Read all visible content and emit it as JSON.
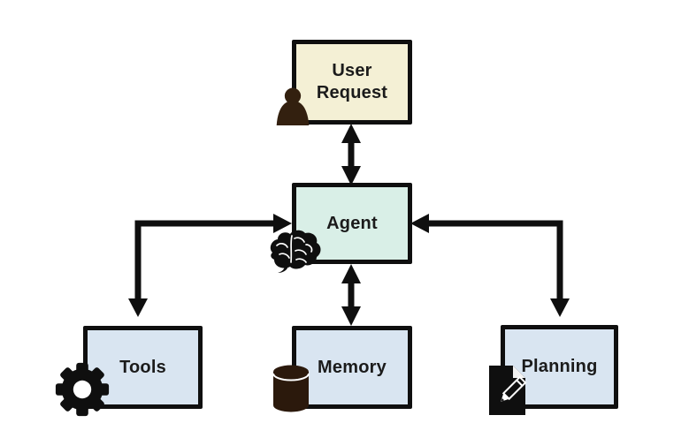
{
  "diagram": {
    "background": "#ffffff",
    "stroke_color": "#0f0f0f",
    "text_color": "#1b1b1b",
    "nodes": [
      {
        "id": "user-request",
        "label": "User Request",
        "fill": "#f4f0d5",
        "icon": "person-icon",
        "icon_color": "#33200f"
      },
      {
        "id": "agent",
        "label": "Agent",
        "fill": "#d9efe7",
        "icon": "brain-icon",
        "icon_color": "#0f0f0f"
      },
      {
        "id": "tools",
        "label": "Tools",
        "fill": "#d9e5f1",
        "icon": "gear-icon",
        "icon_color": "#0f0f0f"
      },
      {
        "id": "memory",
        "label": "Memory",
        "fill": "#d9e5f1",
        "icon": "database-icon",
        "icon_color": "#2b190c"
      },
      {
        "id": "planning",
        "label": "Planning",
        "fill": "#d9e5f1",
        "icon": "document-pencil-icon",
        "icon_color": "#0f0f0f"
      }
    ],
    "edges": [
      {
        "from": "User Request",
        "to": "Agent",
        "direction": "bidirectional",
        "shape": "straight-vertical"
      },
      {
        "from": "Agent",
        "to": "Memory",
        "direction": "bidirectional",
        "shape": "straight-vertical"
      },
      {
        "from": "Tools",
        "to": "Agent",
        "direction": "bidirectional",
        "shape": "elbow"
      },
      {
        "from": "Planning",
        "to": "Agent",
        "direction": "bidirectional",
        "shape": "elbow"
      }
    ]
  }
}
